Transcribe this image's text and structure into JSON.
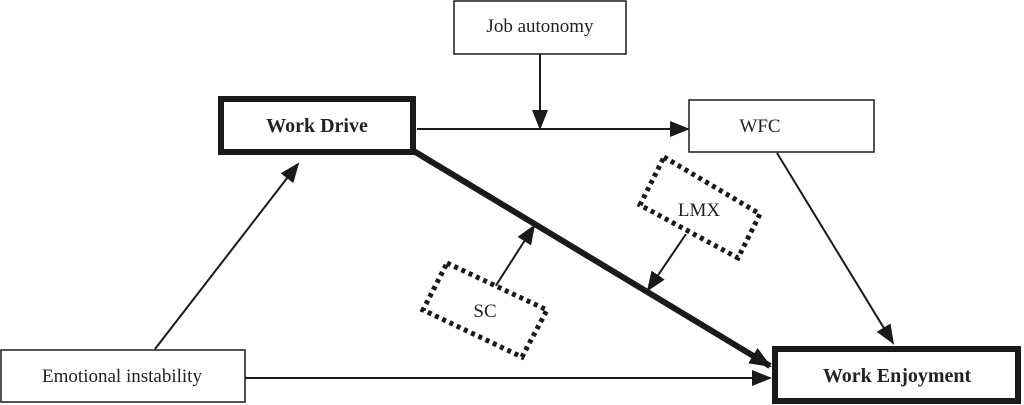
{
  "diagram": {
    "nodes": {
      "job_autonomy": {
        "label": "Job autonomy",
        "emphasis": "normal",
        "style": "solid"
      },
      "work_drive": {
        "label": "Work Drive",
        "emphasis": "bold",
        "style": "solid"
      },
      "wfc": {
        "label": "WFC",
        "emphasis": "normal",
        "style": "solid"
      },
      "lmx": {
        "label": "LMX",
        "emphasis": "normal",
        "style": "dotted"
      },
      "sc": {
        "label": "SC",
        "emphasis": "normal",
        "style": "dotted"
      },
      "emotional_instability": {
        "label": "Emotional instability",
        "emphasis": "normal",
        "style": "solid"
      },
      "work_enjoyment": {
        "label": "Work Enjoyment",
        "emphasis": "bold",
        "style": "solid"
      }
    },
    "edges": [
      {
        "from": "Emotional instability",
        "to": "Work Drive",
        "weight": "normal"
      },
      {
        "from": "Work Drive",
        "to": "WFC",
        "weight": "normal"
      },
      {
        "from": "Job autonomy",
        "to": "Work Drive → WFC path",
        "weight": "normal",
        "type": "moderation"
      },
      {
        "from": "WFC",
        "to": "Work Enjoyment",
        "weight": "normal"
      },
      {
        "from": "Work Drive",
        "to": "Work Enjoyment",
        "weight": "bold"
      },
      {
        "from": "LMX",
        "to": "Work Drive → Work Enjoyment path",
        "weight": "normal",
        "type": "moderation"
      },
      {
        "from": "SC",
        "to": "Work Drive → Work Enjoyment path",
        "weight": "normal",
        "type": "moderation"
      },
      {
        "from": "Emotional instability",
        "to": "Work Enjoyment",
        "weight": "normal"
      }
    ],
    "colors": {
      "line": "#1a1a1a",
      "background": "#ffffff"
    }
  }
}
